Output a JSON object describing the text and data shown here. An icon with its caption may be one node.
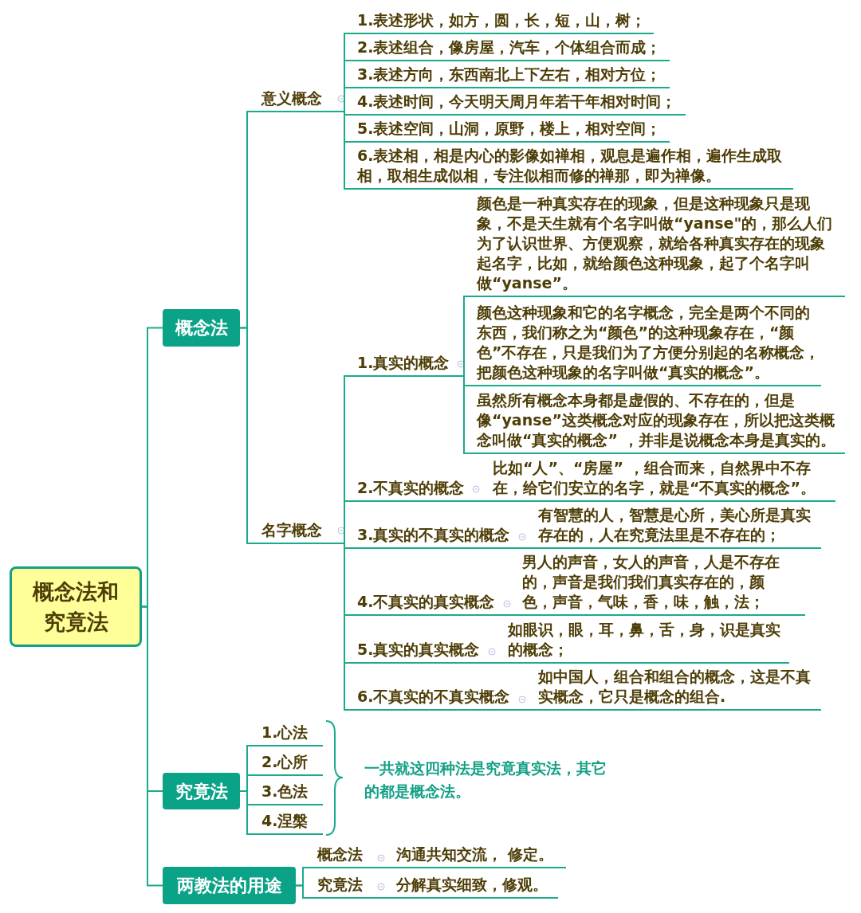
{
  "diagram": {
    "nodes": [
      {
        "text": [
          "概念法和究竟法"
        ]
      },
      {
        "text": [
          "概念法"
        ]
      },
      {
        "text": [
          "意义概念"
        ]
      },
      {
        "text": [
          "1.表述形状，如方，圆，长，短，山，树；"
        ]
      },
      {
        "text": [
          "2.表述组合，像房屋，汽车，个体组合而成；"
        ]
      },
      {
        "text": [
          "3.表述方向，东西南北上下左右，相对方位；"
        ]
      },
      {
        "text": [
          "4.表述时间，今天明天周月年若干年相对时间；"
        ]
      },
      {
        "text": [
          "5.表述空间，山洞，原野，楼上，相对空间；"
        ]
      },
      {
        "text": [
          "6.表述相，相是内心的影像如禅相，观息是遍作相，遍作生成取相，取相生成似相，专注似相而修的禅那，即为禅像。"
        ]
      },
      {
        "text": [
          "名字概念"
        ]
      },
      {
        "text": [
          "1.真实的概念"
        ]
      },
      {
        "text": [
          "颜色是一种真实存在的现象，但是这种现象只是现象，不是天生就有个名字叫做“yanse\"的，那么人们为了认识世界、方便观察，就给各种真实存在的现象起名字，比如，就给颜色这种现象，起了个名字叫做“yanse”。"
        ]
      },
      {
        "text": [
          "颜色这种现象和它的名字概念，完全是两个不同的东西，我们称之为“颜色”的这种现象存在，“颜色”不存在，只是我们为了方便分别起的名称概念，把颜色这种现象的名字叫做“真实的概念”。"
        ]
      },
      {
        "text": [
          "虽然所有概念本身都是虚假的、不存在的，但是像“yanse”这类概念对应的现象存在，所以把这类概念叫做“真实的概念” ，并非是说概念本身是真实的。"
        ]
      },
      {
        "text": [
          "2.不真实的概念"
        ]
      },
      {
        "text": [
          "比如“人”、“房屋” ，组合而来，自然界中不存在，给它们安立的名字，就是“不真实的概念”。"
        ]
      },
      {
        "text": [
          "3.真实的不真实的概念"
        ]
      },
      {
        "text": [
          "有智慧的人，智慧是心所，美心所是真实存在的，人在究竟法里是不存在的；"
        ]
      },
      {
        "text": [
          "4.不真实的真实概念"
        ]
      },
      {
        "text": [
          "男人的声音，女人的声音，人是不存在的，声音是我们我们真实存在的，颜色，声音，气味，香，味，触，法；"
        ]
      },
      {
        "text": [
          "5.真实的真实概念"
        ]
      },
      {
        "text": [
          "如眼识，眼，耳，鼻，舌，身，识是真实的概念；"
        ]
      },
      {
        "text": [
          "6.不真实的不真实概念"
        ]
      },
      {
        "text": [
          "如中国人，组合和组合的概念，这是不真实概念，它只是概念的组合."
        ]
      },
      {
        "text": [
          "究竟法"
        ]
      },
      {
        "text": [
          "1.心法"
        ]
      },
      {
        "text": [
          "2.心所"
        ]
      },
      {
        "text": [
          "3.色法"
        ]
      },
      {
        "text": [
          "4.涅槃"
        ]
      },
      {
        "text": [
          "两教法的用途"
        ]
      },
      {
        "text": [
          "概念法"
        ]
      },
      {
        "text": [
          "沟通共知交流， 修定。"
        ]
      },
      {
        "text": [
          "究竟法"
        ]
      },
      {
        "text": [
          "分解真实细致，修观。"
        ]
      }
    ],
    "edges": [
      {
        "from": 0,
        "to": 1,
        "arrow": "none"
      },
      {
        "from": 1,
        "to": 2,
        "arrow": "none"
      },
      {
        "from": 2,
        "to": 3,
        "arrow": "none"
      },
      {
        "from": 2,
        "to": 4,
        "arrow": "none"
      },
      {
        "from": 2,
        "to": 5,
        "arrow": "none"
      },
      {
        "from": 2,
        "to": 6,
        "arrow": "none"
      },
      {
        "from": 2,
        "to": 7,
        "arrow": "none"
      },
      {
        "from": 2,
        "to": 8,
        "arrow": "none"
      },
      {
        "from": 1,
        "to": 9,
        "arrow": "none"
      },
      {
        "from": 9,
        "to": 10,
        "arrow": "none"
      },
      {
        "from": 10,
        "to": 11,
        "arrow": "none"
      },
      {
        "from": 10,
        "to": 12,
        "arrow": "none"
      },
      {
        "from": 10,
        "to": 13,
        "arrow": "none"
      },
      {
        "from": 9,
        "to": 14,
        "arrow": "none"
      },
      {
        "from": 14,
        "to": 15,
        "arrow": "none"
      },
      {
        "from": 9,
        "to": 16,
        "arrow": "none"
      },
      {
        "from": 16,
        "to": 17,
        "arrow": "none"
      },
      {
        "from": 9,
        "to": 18,
        "arrow": "none"
      },
      {
        "from": 18,
        "to": 19,
        "arrow": "none"
      },
      {
        "from": 9,
        "to": 20,
        "arrow": "none"
      },
      {
        "from": 20,
        "to": 21,
        "arrow": "none"
      },
      {
        "from": 9,
        "to": 22,
        "arrow": "none"
      },
      {
        "from": 22,
        "to": 23,
        "arrow": "none"
      },
      {
        "from": 0,
        "to": 24,
        "arrow": "none"
      },
      {
        "from": 24,
        "to": 25,
        "arrow": "none"
      },
      {
        "from": 24,
        "to": 26,
        "arrow": "none"
      },
      {
        "from": 24,
        "to": 27,
        "arrow": "none"
      },
      {
        "from": 24,
        "to": 28,
        "arrow": "none"
      },
      {
        "from": 0,
        "to": 29,
        "arrow": "none"
      },
      {
        "from": 29,
        "to": 30,
        "arrow": "none"
      },
      {
        "from": 30,
        "to": 31,
        "arrow": "none"
      },
      {
        "from": 29,
        "to": 32,
        "arrow": "none"
      },
      {
        "from": 32,
        "to": 33,
        "arrow": "none"
      }
    ],
    "labels": [
      "一共就这四种法是究竟真实法，其它的都是概念法。"
    ]
  }
}
